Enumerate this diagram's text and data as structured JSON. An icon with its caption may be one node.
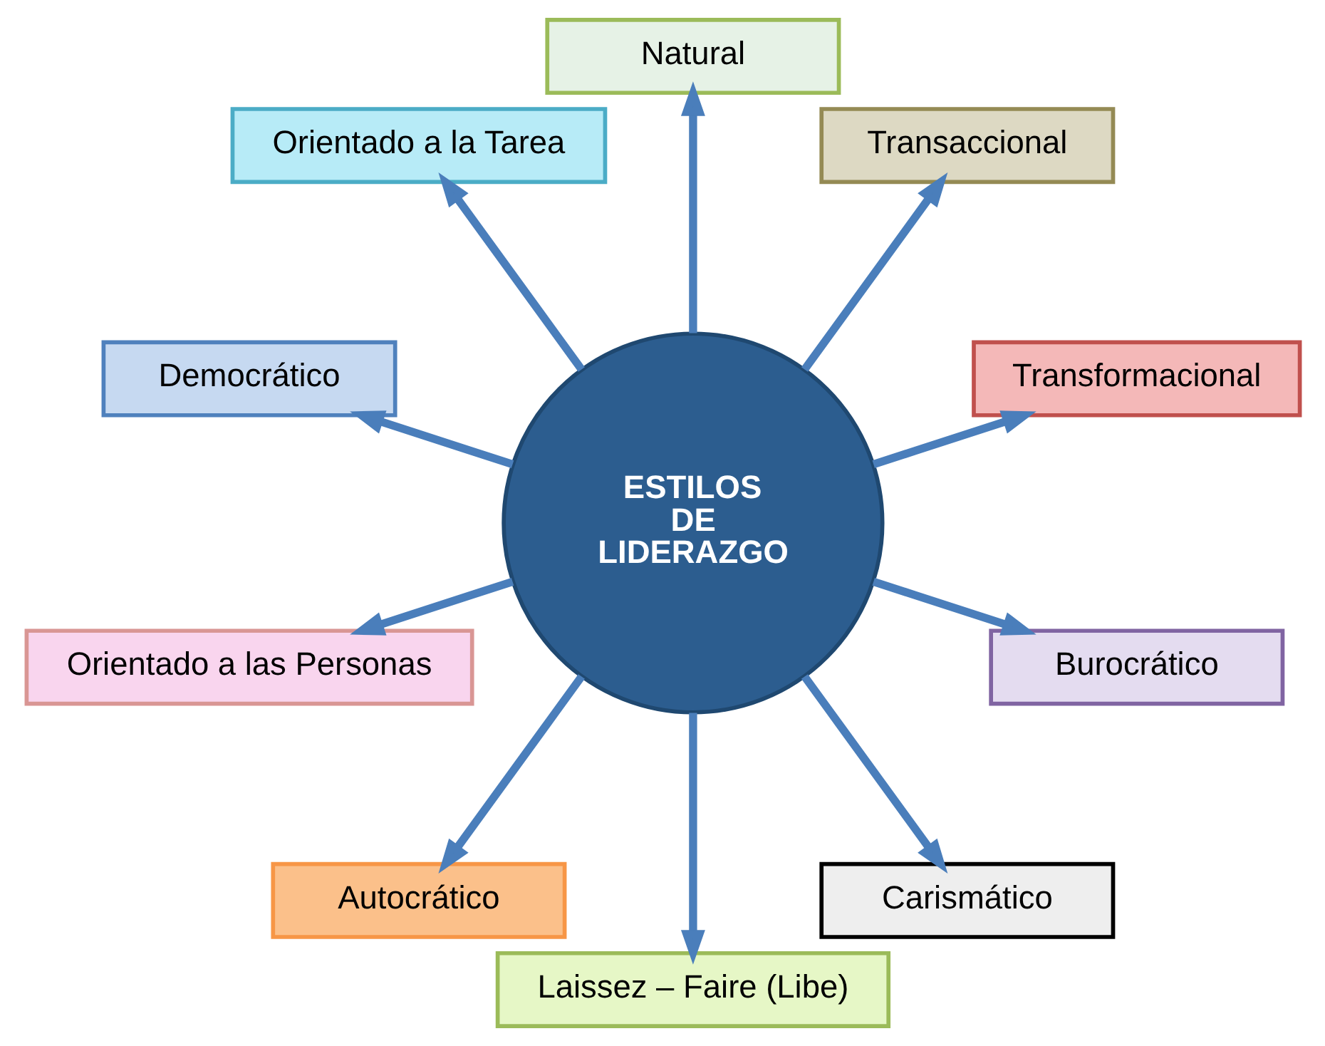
{
  "diagram": {
    "nodes": [
      {
        "text": [
          "ESTILOS DE LIDERAZGO"
        ]
      },
      {
        "text": [
          "Transformacional"
        ]
      },
      {
        "text": [
          "Transaccional"
        ]
      },
      {
        "text": [
          "Natural"
        ]
      },
      {
        "text": [
          "Orientado a la Tarea"
        ]
      },
      {
        "text": [
          "Democrático"
        ]
      },
      {
        "text": [
          "Orientado a las Personas"
        ]
      },
      {
        "text": [
          "Autocrático"
        ]
      },
      {
        "text": [
          "Laissez – Faire (Libe)"
        ]
      },
      {
        "text": [
          "Carismático"
        ]
      },
      {
        "text": [
          "Burocrático"
        ]
      }
    ],
    "edges": [
      {
        "from": 0,
        "to": 1,
        "arrow": "to"
      },
      {
        "from": 0,
        "to": 3,
        "arrow": "to"
      },
      {
        "from": 0,
        "to": 5,
        "arrow": "to"
      },
      {
        "from": 0,
        "to": 7,
        "arrow": "to"
      },
      {
        "from": 0,
        "to": 9,
        "arrow": "to"
      },
      {
        "from": 0,
        "to": 10,
        "arrow": "to"
      },
      {
        "from": 0,
        "to": 8,
        "arrow": "to"
      },
      {
        "from": 0,
        "to": 6,
        "arrow": "to"
      },
      {
        "from": 0,
        "to": 4,
        "arrow": "to"
      },
      {
        "from": 0,
        "to": 2,
        "arrow": "to"
      }
    ]
  }
}
